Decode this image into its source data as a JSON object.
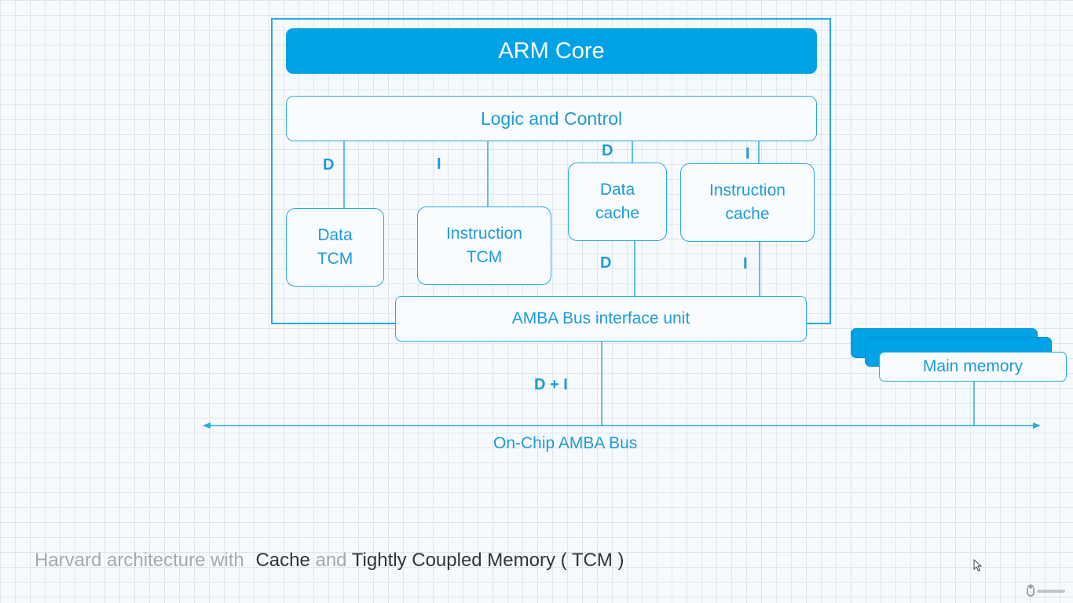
{
  "diagram": {
    "core_label": "ARM Core",
    "logic_label": "Logic and Control",
    "data_tcm": [
      "Data",
      "TCM"
    ],
    "instruction_tcm": [
      "Instruction",
      "TCM"
    ],
    "data_cache": [
      "Data",
      "cache"
    ],
    "instruction_cache": [
      "Instruction",
      "cache"
    ],
    "amba_biu_label": "AMBA Bus interface unit",
    "main_memory_label": "Main memory",
    "bus_label": "On-Chip AMBA Bus",
    "signals": {
      "d": "D",
      "i": "I",
      "d_plus_i": "D + I"
    }
  },
  "caption": {
    "part1": "Harvard architecture with ",
    "part2": "Cache",
    "part3": " and ",
    "part4": "Tightly Coupled Memory ( TCM )"
  },
  "colors": {
    "accent": "#00a2e6",
    "line": "#29a9e0",
    "text_blue": "#1d9ad8"
  },
  "icons": [
    "mouse-cursor-icon",
    "udemy-logo"
  ]
}
